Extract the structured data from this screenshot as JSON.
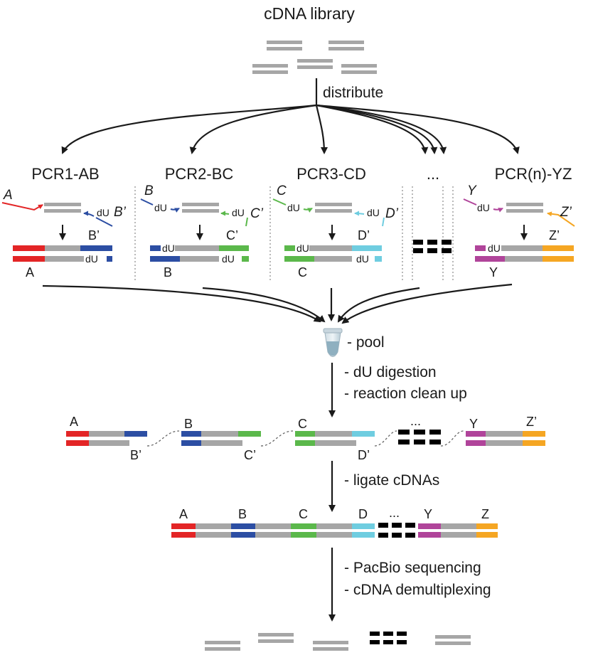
{
  "title": "cDNA library",
  "distribute_label": "distribute",
  "reactions": [
    {
      "label": "PCR1-AB",
      "fwd": "A",
      "rev": "B’",
      "fwd_color": "#e32526",
      "rev_color": "#2c4ea3",
      "lower_label": "A",
      "upper_label": "B’"
    },
    {
      "label": "PCR2-BC",
      "fwd": "B",
      "rev": "C’",
      "fwd_color": "#2c4ea3",
      "rev_color": "#5bb84b",
      "lower_label": "B",
      "upper_label": "C’"
    },
    {
      "label": "PCR3-CD",
      "fwd": "C",
      "rev": "D’",
      "fwd_color": "#5bb84b",
      "rev_color": "#6fcde0",
      "lower_label": "C",
      "upper_label": "D’"
    },
    {
      "label": "PCR(n)-YZ",
      "fwd": "Y",
      "rev": "Z’",
      "fwd_color": "#b0449a",
      "rev_color": "#f5a623",
      "lower_label": "Y",
      "upper_label": "Z’"
    }
  ],
  "ellipsis": "...",
  "du": "dU",
  "steps": {
    "pool": "- pool",
    "digestion": "- dU digestion",
    "cleanup": "- reaction clean up",
    "ligate": "- ligate cDNAs",
    "sequencing": "- PacBio sequencing",
    "demux": "- cDNA demultiplexing"
  },
  "digested_labels": {
    "a": "A",
    "b_prime": "B’",
    "b": "B",
    "c_prime": "C’",
    "c": "C",
    "d_prime": "D’",
    "y": "Y",
    "z_prime": "Z’"
  },
  "ligated_labels": [
    "A",
    "B",
    "C",
    "D",
    "Y",
    "Z"
  ],
  "colors": {
    "red": "#e32526",
    "blue": "#2c4ea3",
    "green": "#5bb84b",
    "cyan": "#6fcde0",
    "magenta": "#b0449a",
    "orange": "#f5a623",
    "gray": "#a6a6a6",
    "black": "#000000",
    "tube": "#8fb0c0"
  }
}
